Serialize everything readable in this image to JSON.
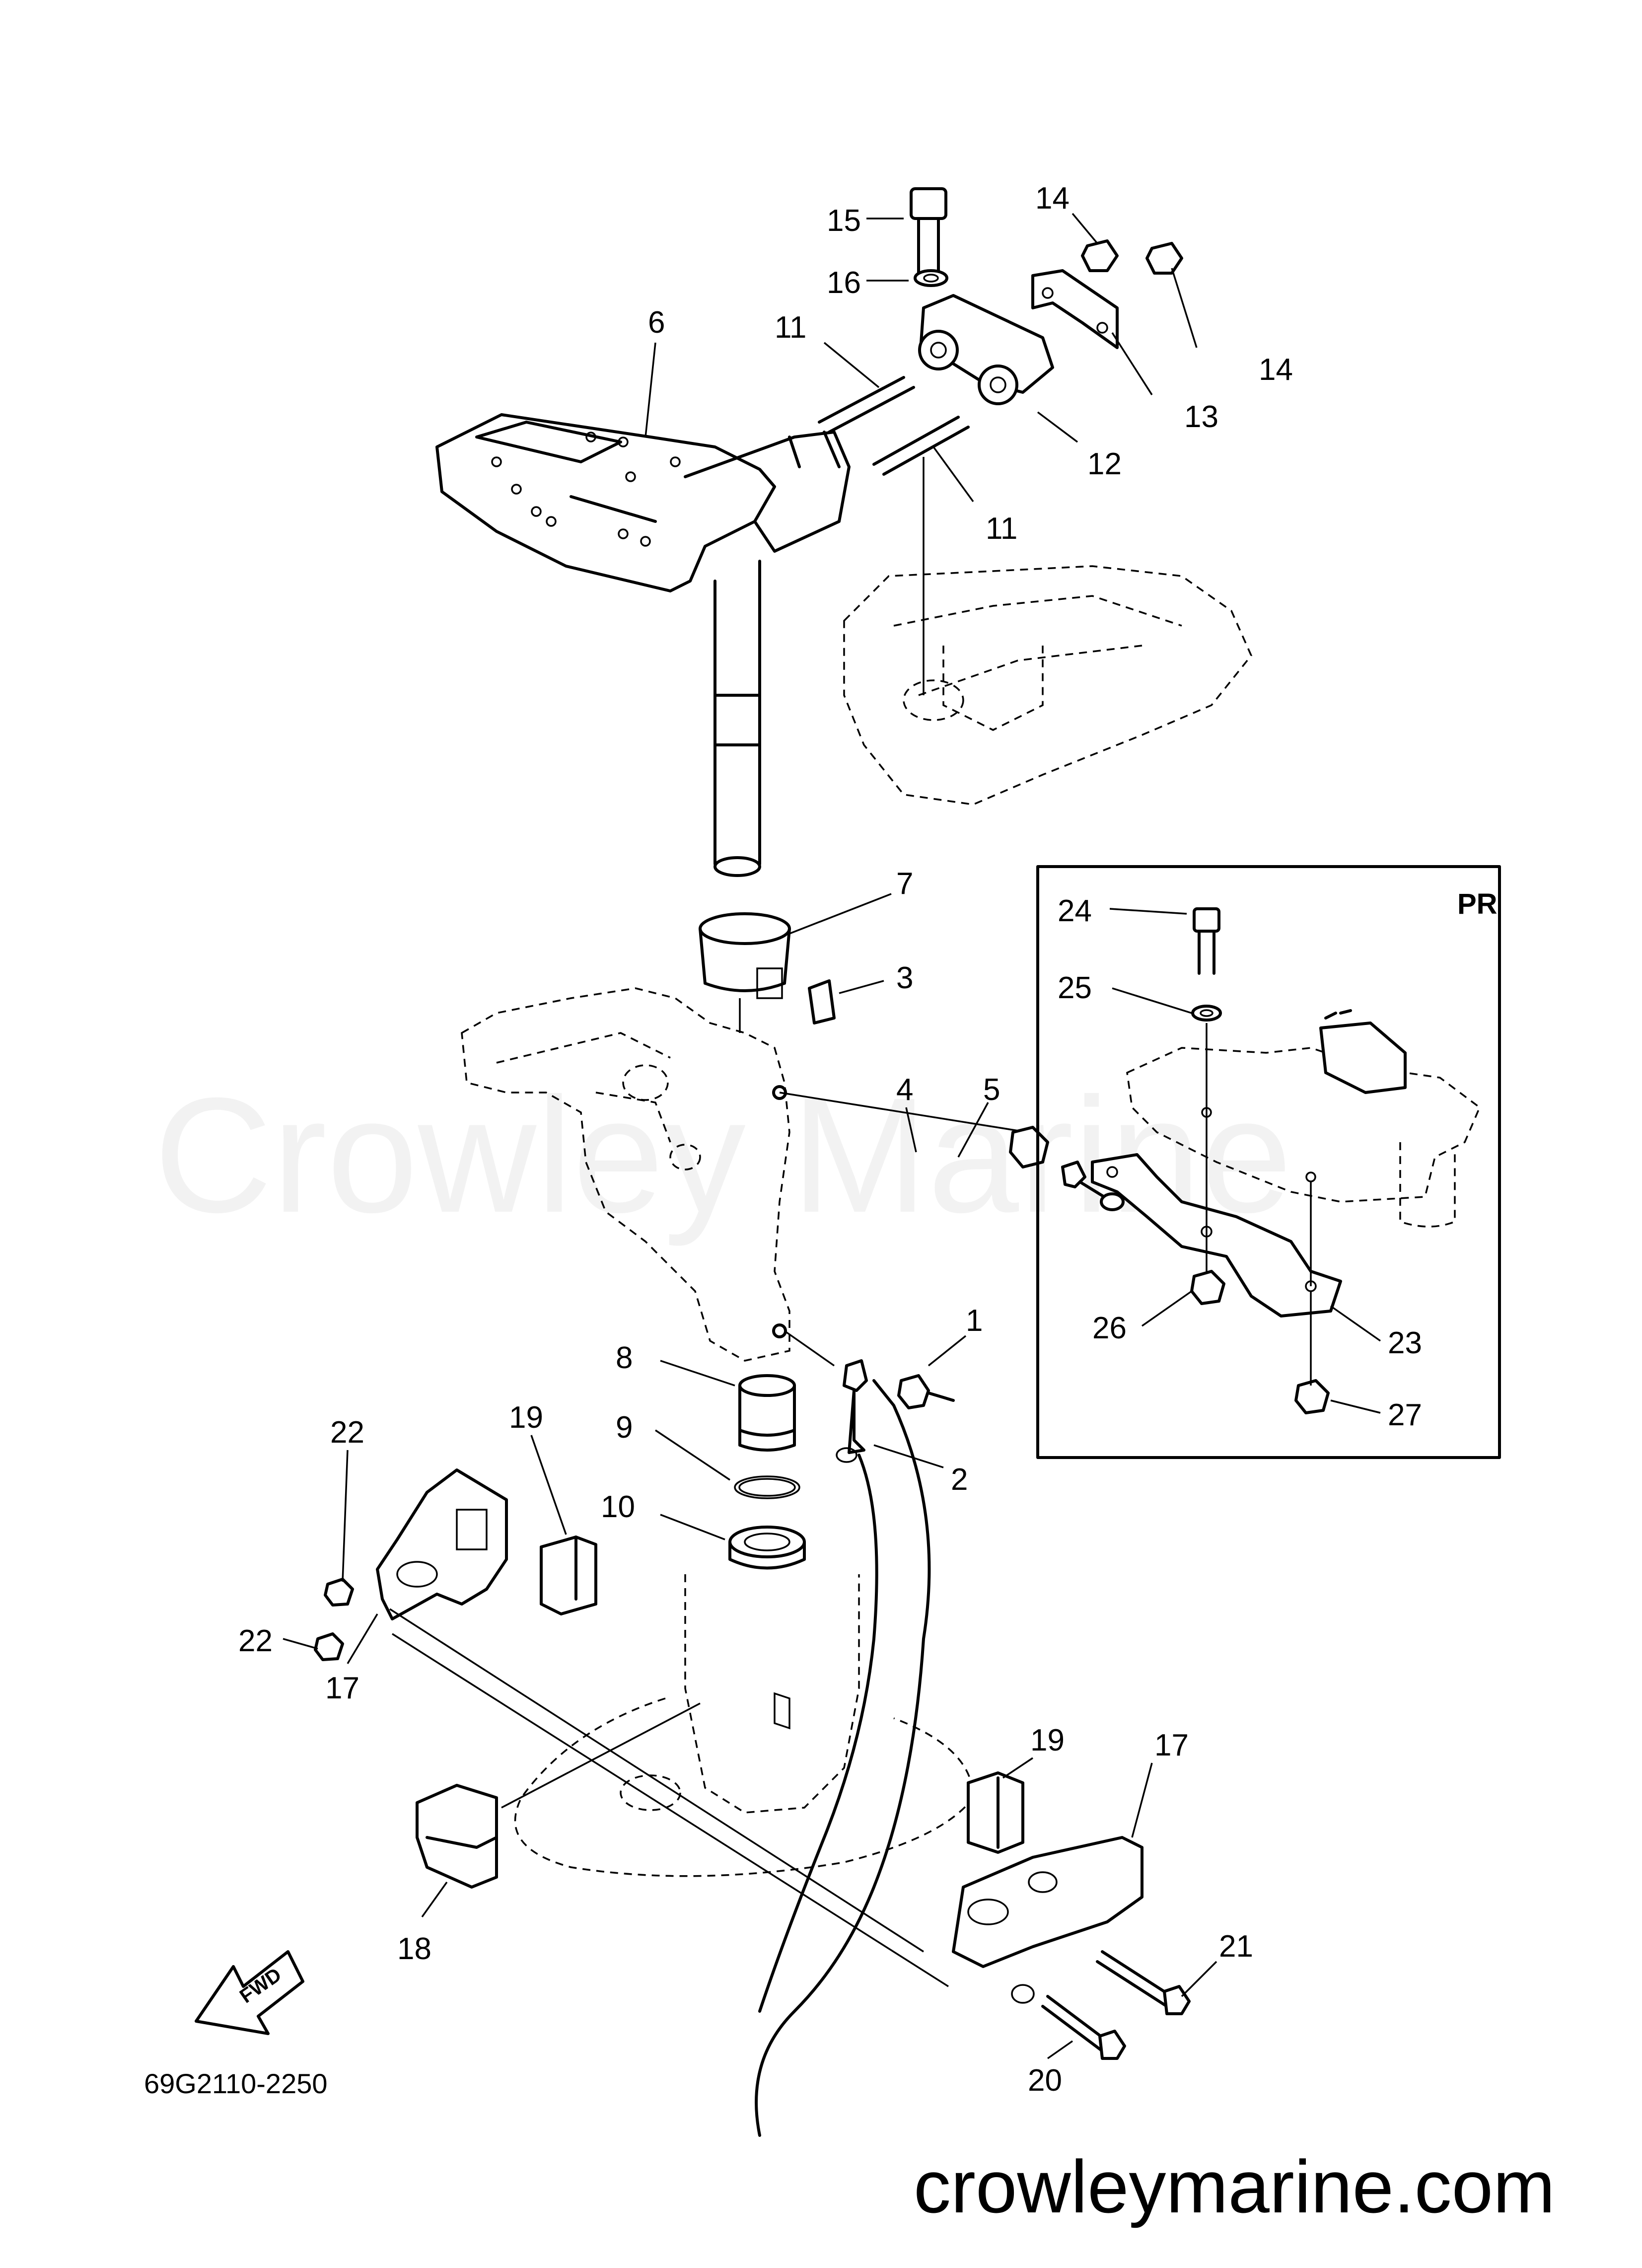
{
  "watermark": "Crowley Marine",
  "website": "crowleymarine.com",
  "diagram_code": "69G2110-2250",
  "inset_label": "PR",
  "fwd_label": "FWD",
  "callouts": {
    "c1": "1",
    "c2": "2",
    "c3": "3",
    "c4": "4",
    "c5": "5",
    "c6": "6",
    "c7": "7",
    "c8": "8",
    "c9": "9",
    "c10": "10",
    "c11a": "11",
    "c11b": "11",
    "c12": "12",
    "c13": "13",
    "c14a": "14",
    "c14b": "14",
    "c15": "15",
    "c16": "16",
    "c17a": "17",
    "c17b": "17",
    "c18": "18",
    "c19a": "19",
    "c19b": "19",
    "c20": "20",
    "c21": "21",
    "c22a": "22",
    "c22b": "22",
    "c23": "23",
    "c24": "24",
    "c25": "25",
    "c26": "26",
    "c27": "27"
  }
}
